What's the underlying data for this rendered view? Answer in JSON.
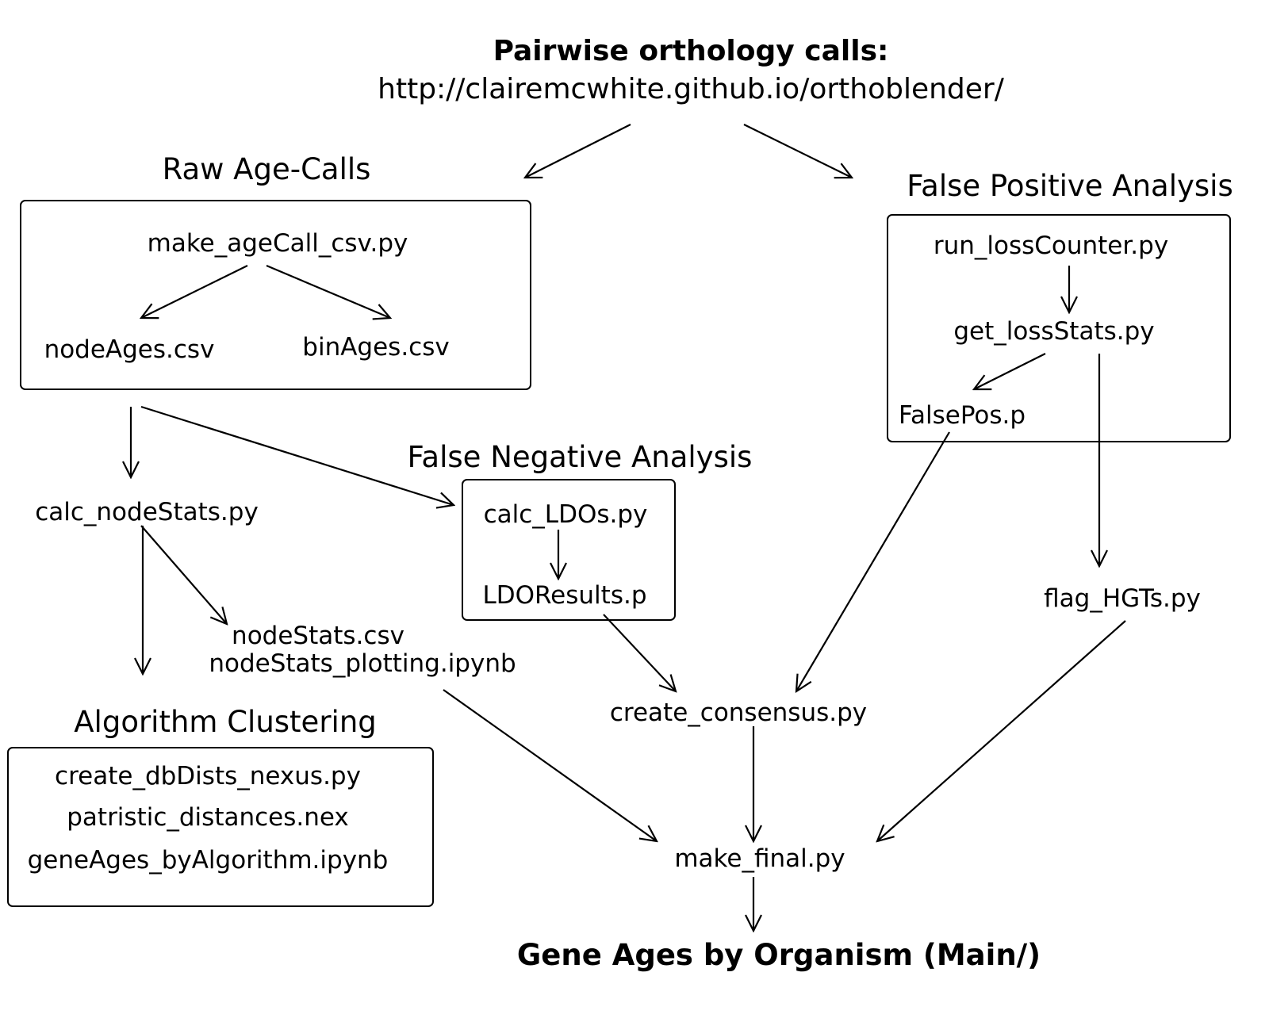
{
  "top": {
    "title": "Pairwise orthology calls:",
    "url": "http://clairemcwhite.github.io/orthoblender/"
  },
  "raw_age_calls": {
    "title": "Raw Age-Calls",
    "script": "make_ageCall_csv.py",
    "node_ages": "nodeAges.csv",
    "bin_ages": "binAges.csv"
  },
  "false_positive": {
    "title": "False Positive Analysis",
    "run_loss_counter": "run_lossCounter.py",
    "get_loss_stats": "get_lossStats.py",
    "false_pos": "FalsePos.p"
  },
  "false_negative": {
    "title": "False Negative Analysis",
    "calc_ldos": "calc_LDOs.py",
    "ldo_results": "LDOResults.p"
  },
  "node_stats": {
    "calc": "calc_nodeStats.py",
    "csv": "nodeStats.csv",
    "plotting": "nodeStats_plotting.ipynb"
  },
  "algorithm_clustering": {
    "title": "Algorithm Clustering",
    "items": [
      "create_dbDists_nexus.py",
      "patristic_distances.nex",
      "geneAges_byAlgorithm.ipynb"
    ]
  },
  "flag_hgts": "flag_HGTs.py",
  "create_consensus": "create_consensus.py",
  "make_final": "make_final.py",
  "result": "Gene Ages by Organism (Main/)"
}
